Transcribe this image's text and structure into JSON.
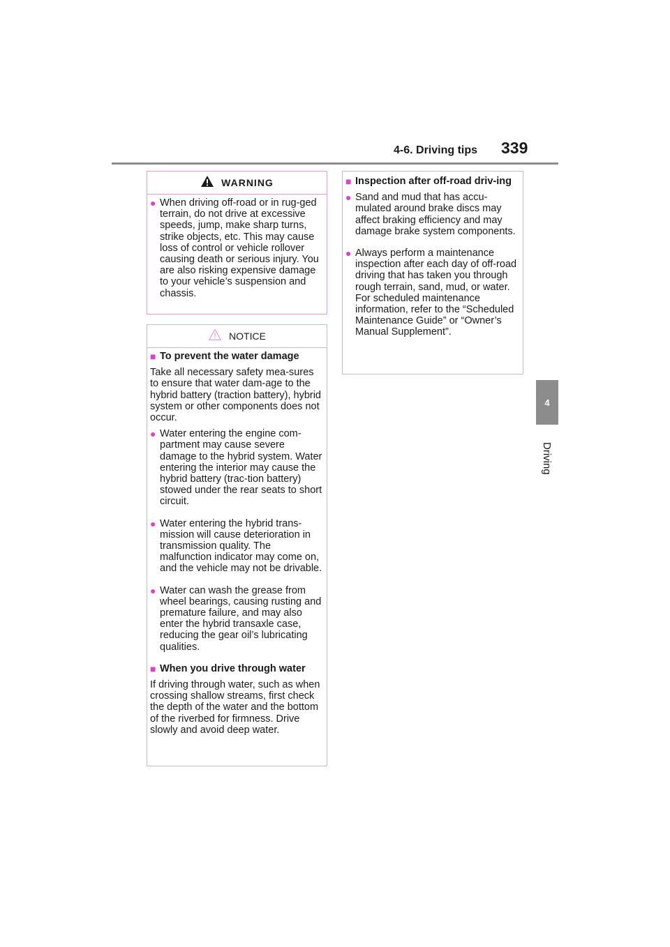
{
  "header": {
    "section_title": "4-6. Driving tips",
    "page_number": "339"
  },
  "side_tab": {
    "chapter_number": "4",
    "chapter_label": "Driving"
  },
  "warning": {
    "title": "WARNING",
    "items": [
      "When driving off-road or in rug-ged terrain, do not drive at excessive speeds, jump, make sharp turns, strike objects, etc. This may cause loss of control or vehicle rollover causing death or serious injury. You are also risking expensive damage to your vehicle’s suspension and chassis."
    ]
  },
  "notice": {
    "title": "NOTICE",
    "section1": {
      "heading": "To prevent the water damage",
      "paragraph": "Take all necessary safety mea-sures to ensure that water dam-age to the hybrid battery (traction battery), hybrid system or other components does not occur.",
      "items": [
        "Water entering the engine com-partment may cause severe damage to the hybrid system. Water entering the interior may cause the hybrid battery (trac-tion battery) stowed under the rear seats to short circuit.",
        "Water entering the hybrid trans-mission will cause deterioration in transmission quality. The malfunction indicator may come on, and the vehicle may not be drivable.",
        "Water can wash the grease from wheel bearings, causing rusting and premature failure, and may also enter the hybrid transaxle case, reducing the gear oil’s lubricating qualities."
      ]
    },
    "section2": {
      "heading": "When you drive through water",
      "paragraph": "If driving through water, such as when crossing shallow streams, first check the depth of the water and the bottom of the riverbed for firmness. Drive slowly and avoid deep water."
    }
  },
  "inspection": {
    "heading": "Inspection after off-road driv-ing",
    "items": [
      "Sand and mud that has accu-mulated around brake discs may affect braking efficiency and may damage brake system components.",
      "Always perform a maintenance inspection after each day of off-road driving that has taken you through rough terrain, sand, mud, or water. For scheduled maintenance information, refer to the “Scheduled Maintenance Guide” or “Owner’s Manual Supplement”."
    ]
  },
  "colors": {
    "accent": "#e040c8",
    "warning_border": "#e89be0",
    "rule": "#8c8c8c"
  },
  "icons": {
    "warning": "warning-triangle-icon",
    "notice": "notice-triangle-icon"
  }
}
